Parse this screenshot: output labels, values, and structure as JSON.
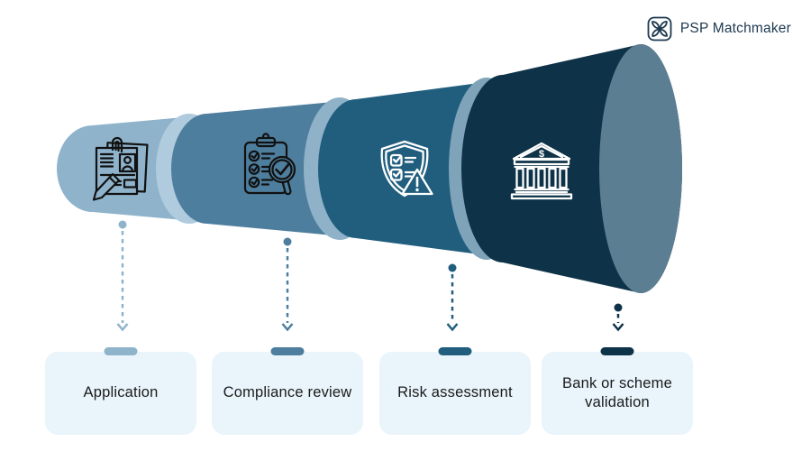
{
  "brand": {
    "name": "PSP Matchmaker",
    "text_color": "#1C3850"
  },
  "funnel": {
    "end_cap_color": "#5C7E92",
    "stages": [
      {
        "label": "Application",
        "color": "#8FB3CB",
        "rim_color": "#B0CBDD",
        "icon": "application-document-icon",
        "icon_color": "#111111"
      },
      {
        "label": "Compliance review",
        "color": "#4E7E9E",
        "rim_color": "#8FB2C9",
        "icon": "compliance-checklist-icon",
        "icon_color": "#111111"
      },
      {
        "label": "Risk assessment",
        "color": "#215E7E",
        "rim_color": "#7FA4BA",
        "icon": "risk-shield-warning-icon",
        "icon_color": "#FFFFFF"
      },
      {
        "label": "Bank or scheme validation",
        "color": "#0E3348",
        "icon": "bank-building-icon",
        "icon_color": "#FFFFFF",
        "icon_text": "$"
      }
    ]
  },
  "cards": {
    "bg_color": "#E9F4FB",
    "text_color": "#1B1B1B"
  }
}
